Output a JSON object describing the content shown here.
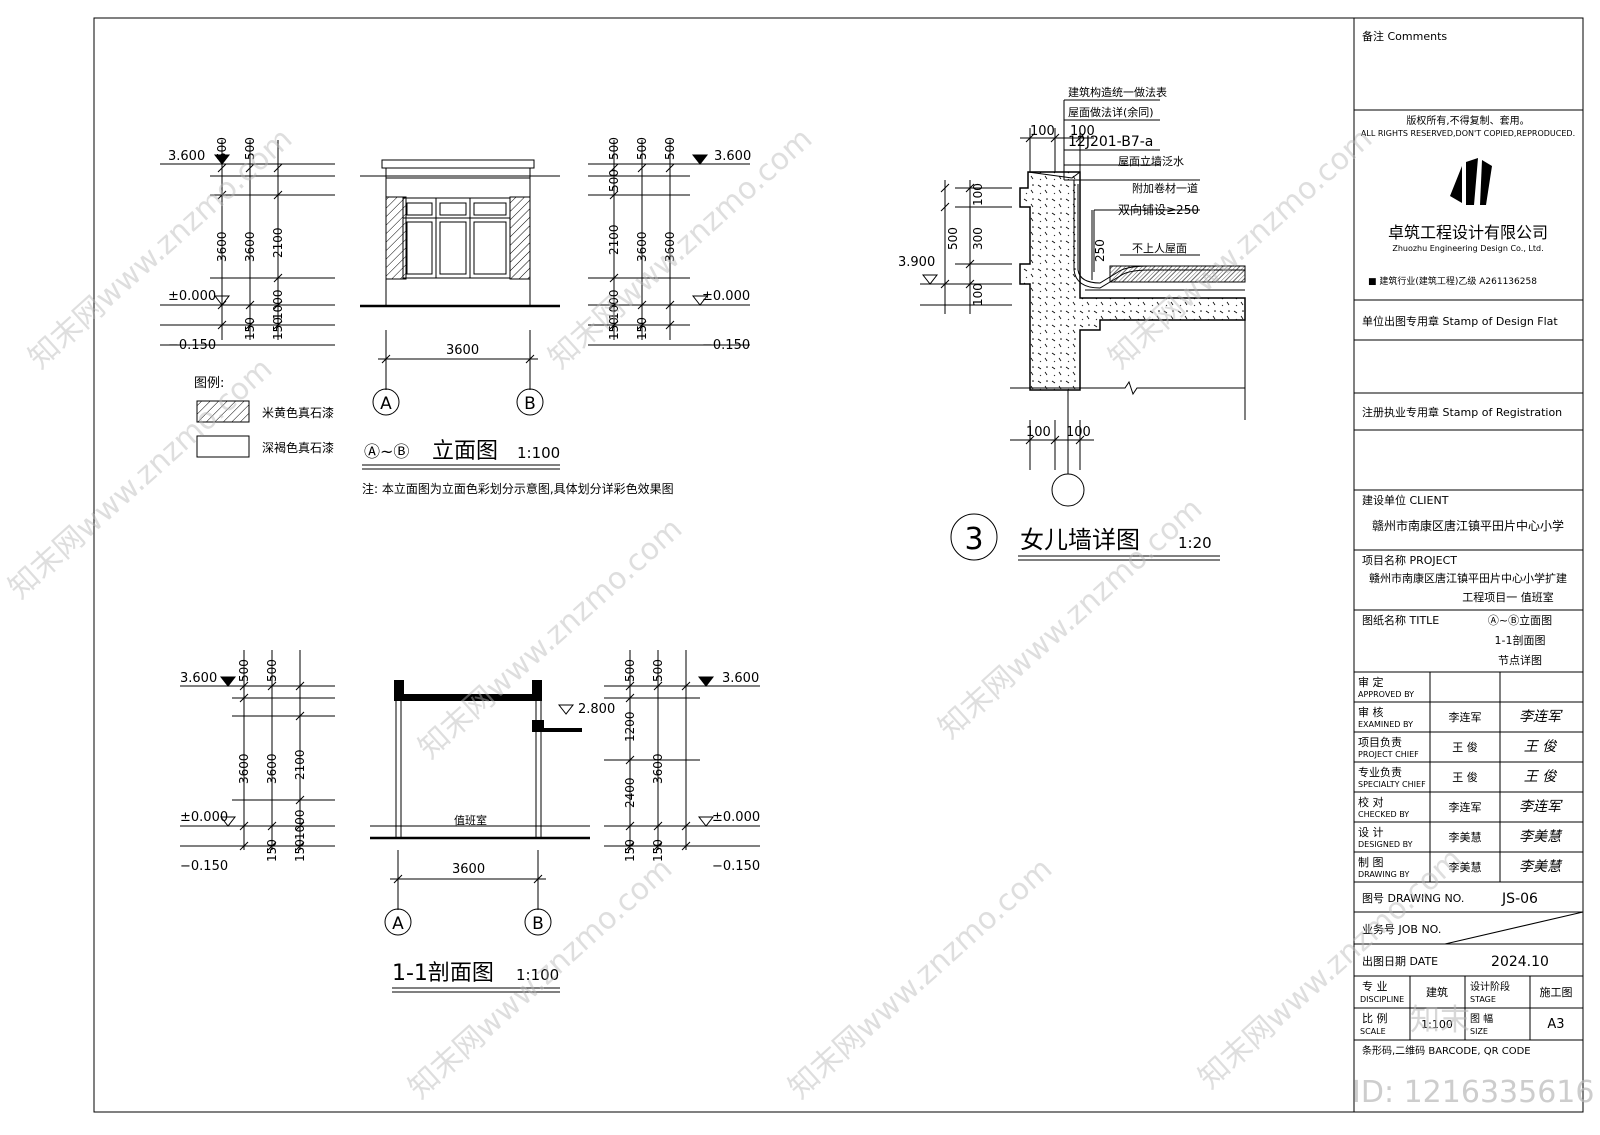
{
  "elevation": {
    "dims_left": [
      "500",
      "500",
      "3600",
      "2100",
      "3600",
      "1000",
      "150",
      "150"
    ],
    "dims_right": [
      "500",
      "500",
      "500",
      "500",
      "2100",
      "3600",
      "3600",
      "1000",
      "150",
      "150"
    ],
    "level_top": "3.600",
    "level_zero": "±0.000",
    "level_bottom": "−0.150",
    "width": "3600",
    "axis_a": "A",
    "axis_b": "B",
    "title_prefix": "Ⓐ~Ⓑ",
    "title": "立面图",
    "scale": "1:100",
    "note": "注: 本立面图为立面色彩划分示意图,具体划分详彩色效果图"
  },
  "legend": {
    "title": "图例:",
    "items": [
      {
        "label": "米黄色真石漆"
      },
      {
        "label": "深褐色真石漆"
      }
    ]
  },
  "parapet": {
    "notes": [
      "建筑构造统一做法表",
      "屋面做法详(余同)",
      "12J201-B7-a",
      "屋面立墙泛水",
      "附加卷材一道",
      "双向铺设≥250",
      "不上人屋面"
    ],
    "dims": [
      "100",
      "100",
      "100",
      "300",
      "500",
      "100",
      "250",
      "100",
      "100"
    ],
    "level": "3.900",
    "number": "3",
    "title": "女儿墙详图",
    "scale": "1:20"
  },
  "section": {
    "dims_left": [
      "500",
      "500",
      "3600",
      "3600",
      "2100",
      "1000",
      "150",
      "150"
    ],
    "dims_right": [
      "500",
      "500",
      "1200",
      "3600",
      "2400",
      "150",
      "150"
    ],
    "level_top": "3.600",
    "level_mid": "2.800",
    "level_zero": "±0.000",
    "level_bottom": "−0.150",
    "room": "值班室",
    "width": "3600",
    "axis_a": "A",
    "axis_b": "B",
    "title": "1-1剖面图",
    "scale": "1:100"
  },
  "titleblock": {
    "comments": "备注  Comments",
    "rights_cn": "版权所有,不得复制、套用。",
    "rights_en": "ALL RIGHTS RESERVED,DON'T COPIED,REPRODUCED.",
    "company_cn": "卓筑工程设计有限公司",
    "company_en": "Zhuozhu Engineering Design Co., Ltd.",
    "license": "■ 建筑行业(建筑工程)乙级 A261136258",
    "stamp_design": "单位出图专用章  Stamp of Design Flat",
    "stamp_reg": "注册执业专用章  Stamp of Registration",
    "client_label": "建设单位  CLIENT",
    "client": "赣州市南康区唐江镇平田片中心小学",
    "project_label": "项目名称  PROJECT",
    "project_line1": "赣州市南康区唐江镇平田片中心小学扩建",
    "project_line2": "工程项目一 值班室",
    "title_label": "图纸名称  TITLE",
    "titles": [
      "Ⓐ~Ⓑ立面图",
      "1-1剖面图",
      "节点详图"
    ],
    "roles": [
      {
        "cn": "审  定",
        "en": "APPROVED BY",
        "name": "",
        "sig": ""
      },
      {
        "cn": "审  核",
        "en": "EXAMINED BY",
        "name": "李连军",
        "sig": "李连军"
      },
      {
        "cn": "项目负责",
        "en": "PROJECT CHIEF",
        "name": "王 俊",
        "sig": "王 俊"
      },
      {
        "cn": "专业负责",
        "en": "SPECIALTY CHIEF",
        "name": "王 俊",
        "sig": "王 俊"
      },
      {
        "cn": "校  对",
        "en": "CHECKED BY",
        "name": "李连军",
        "sig": "李连军"
      },
      {
        "cn": "设  计",
        "en": "DESIGNED BY",
        "name": "李美慧",
        "sig": "李美慧"
      },
      {
        "cn": "制  图",
        "en": "DRAWING BY",
        "name": "李美慧",
        "sig": "李美慧"
      }
    ],
    "drawing_no_label": "图号 DRAWING NO.",
    "drawing_no": "JS-06",
    "job_no_label": "业务号 JOB NO.",
    "date_label": "出图日期 DATE",
    "date": "2024.10",
    "discipline_cn": "专  业",
    "discipline_en": "DISCIPLINE",
    "discipline": "建筑",
    "stage_cn": "设计阶段",
    "stage_en": "STAGE",
    "stage": "施工图",
    "scale_cn": "比  例",
    "scale_en": "SCALE",
    "scale": "1:100",
    "size_cn": "图  幅",
    "size_en": "SIZE",
    "size": "A3",
    "barcode_label": "条形码,二维码 BARCODE, QR CODE"
  },
  "watermark": {
    "text": "知末网www.znzmo.com",
    "logo": "知末",
    "id": "ID: 1216335616"
  }
}
